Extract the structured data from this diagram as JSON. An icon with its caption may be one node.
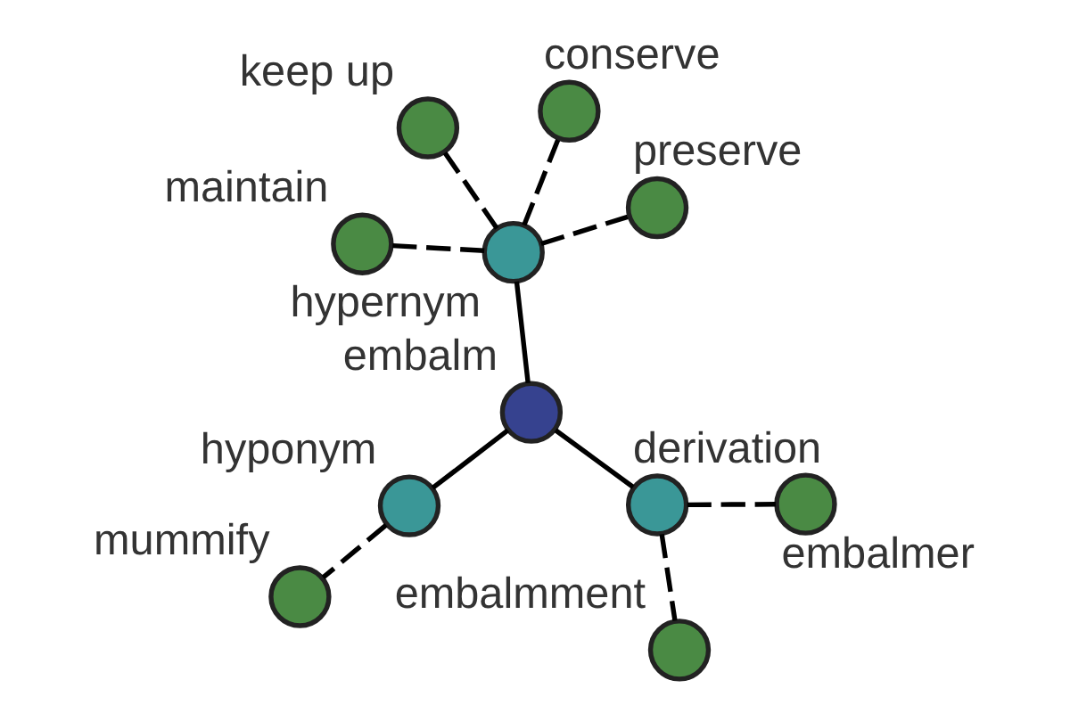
{
  "diagram": {
    "nodes": [
      {
        "text": [
          "embalm"
        ]
      },
      {
        "text": [
          "hypernym"
        ]
      },
      {
        "text": [
          "preserve"
        ]
      },
      {
        "text": [
          "keep up"
        ]
      },
      {
        "text": [
          "conserve"
        ]
      },
      {
        "text": [
          "maintain"
        ]
      },
      {
        "text": [
          "hyponym"
        ]
      },
      {
        "text": [
          "mummify"
        ]
      },
      {
        "text": [
          "derivation"
        ]
      },
      {
        "text": [
          "embalmment"
        ]
      },
      {
        "text": [
          "embalmer"
        ]
      }
    ],
    "edges": [
      {
        "from": 0,
        "to": 1,
        "arrow": "none"
      },
      {
        "from": 1,
        "to": 2,
        "arrow": "none",
        "style": "dashed"
      },
      {
        "from": 1,
        "to": 3,
        "arrow": "none",
        "style": "dashed"
      },
      {
        "from": 1,
        "to": 4,
        "arrow": "none",
        "style": "dashed"
      },
      {
        "from": 1,
        "to": 5,
        "arrow": "none",
        "style": "dashed"
      },
      {
        "from": 0,
        "to": 6,
        "arrow": "none"
      },
      {
        "from": 6,
        "to": 7,
        "arrow": "none",
        "style": "dashed"
      },
      {
        "from": 0,
        "to": 8,
        "arrow": "none"
      },
      {
        "from": 8,
        "to": 9,
        "arrow": "none",
        "style": "dashed"
      },
      {
        "from": 8,
        "to": 10,
        "arrow": "none",
        "style": "dashed"
      }
    ]
  }
}
